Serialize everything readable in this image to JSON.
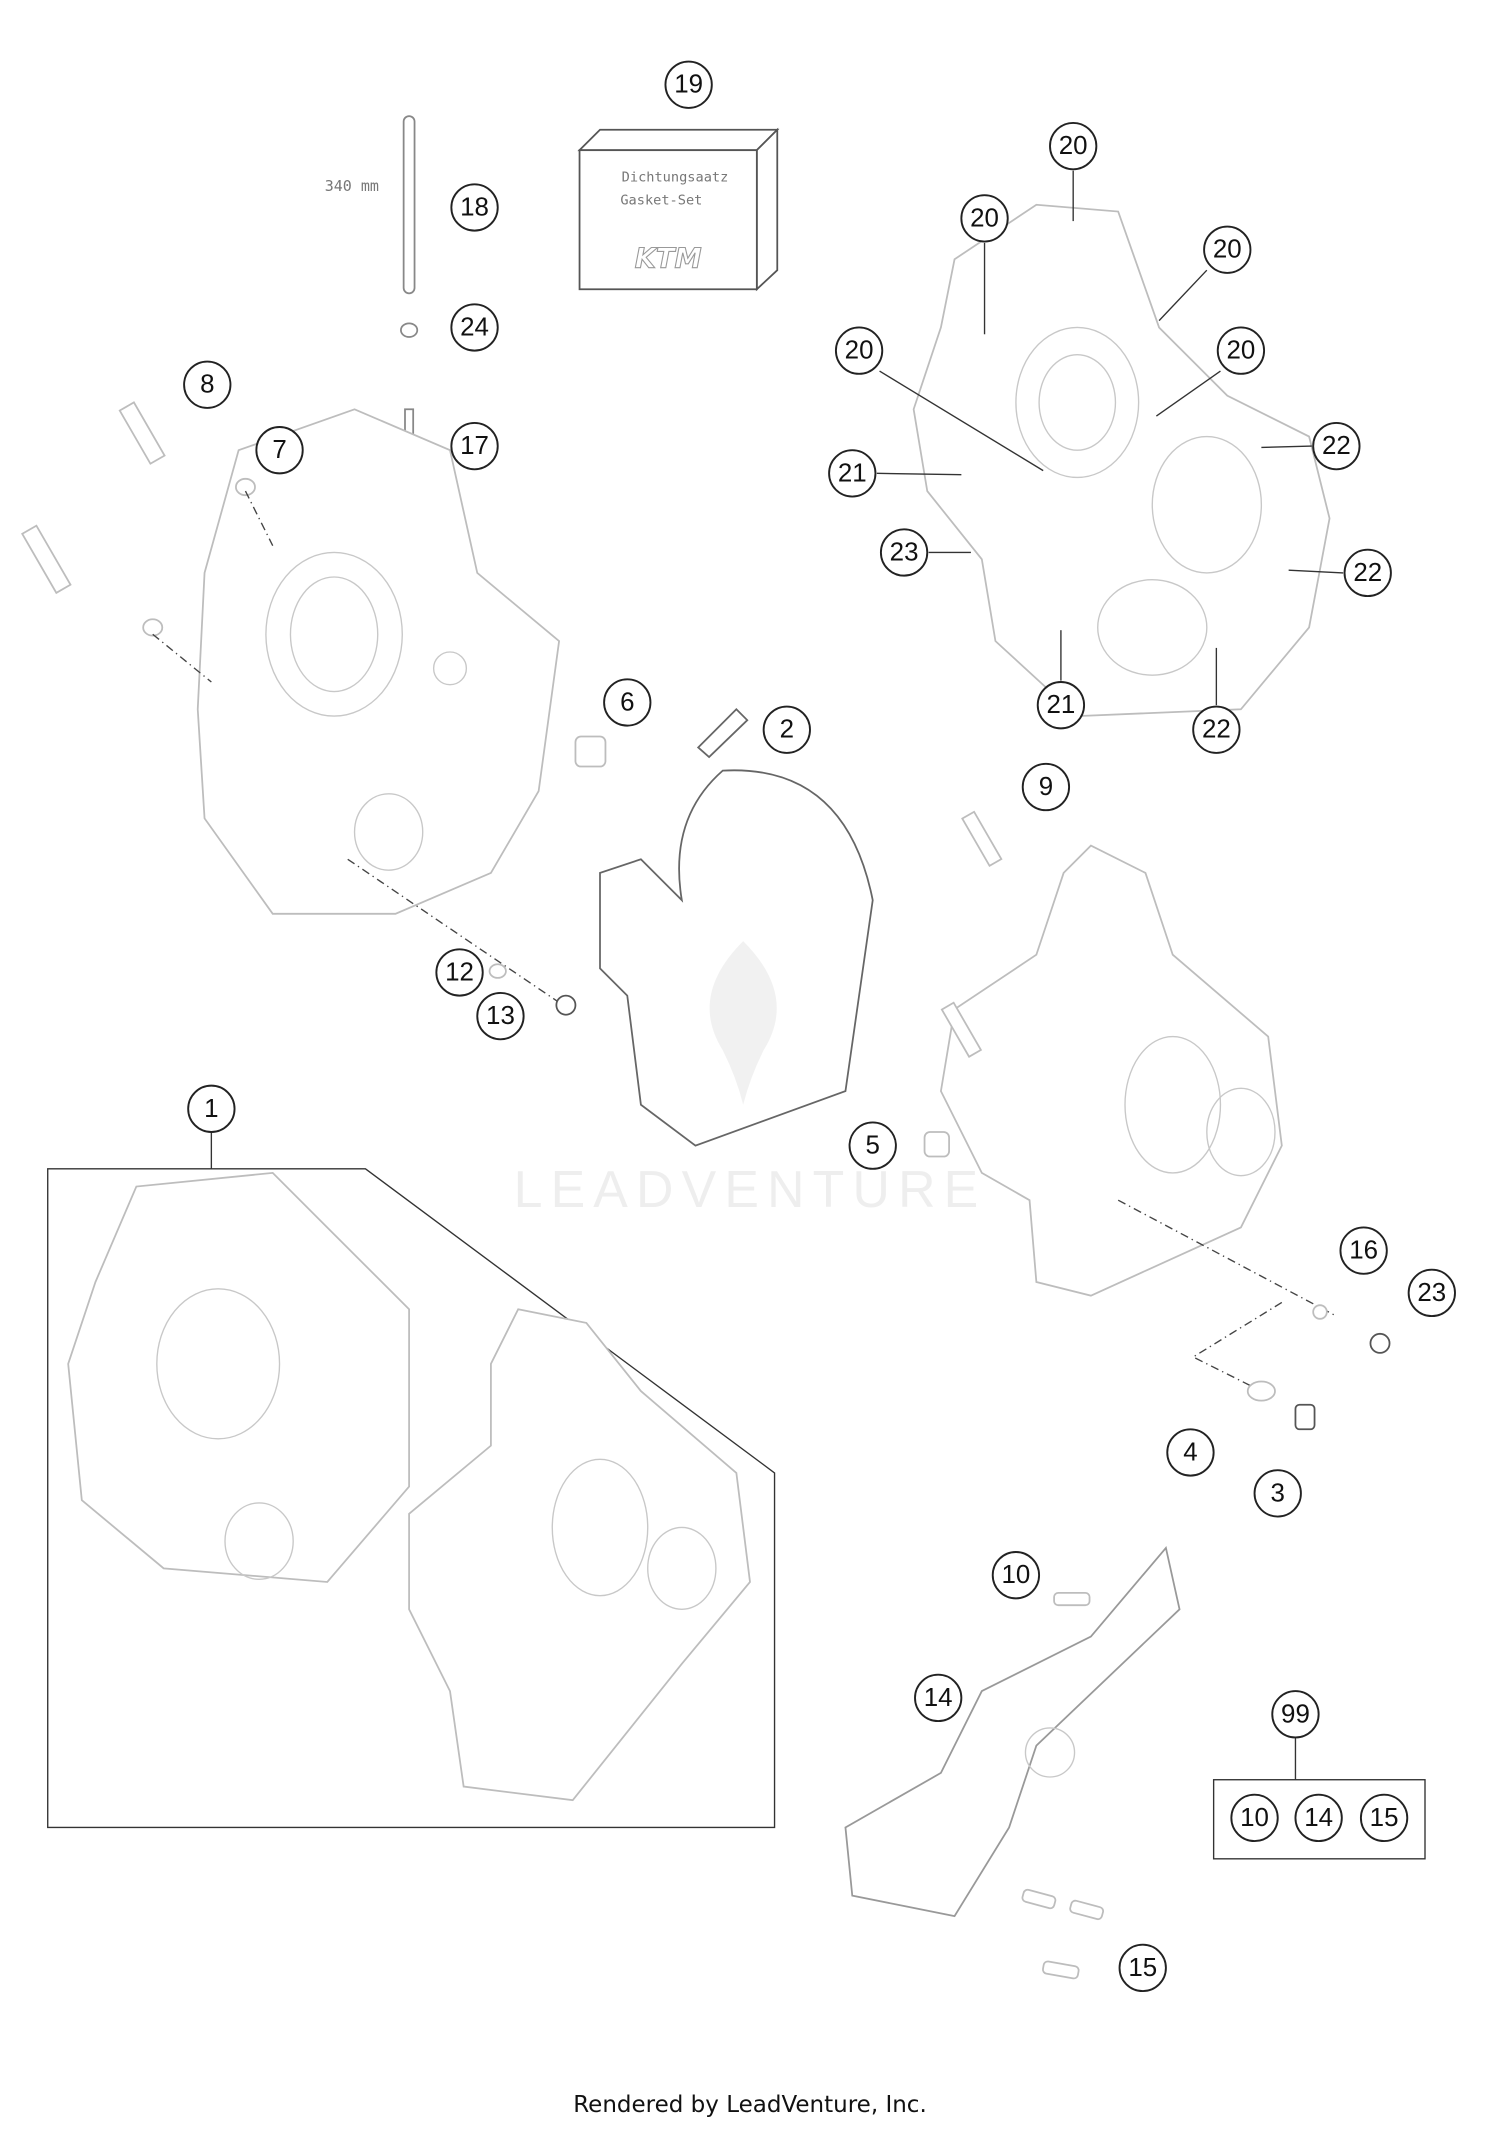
{
  "diagram": {
    "dimension_label": "340 mm",
    "gasket_box": {
      "line1": "Dichtungsaatz",
      "line2": "Gasket-Set",
      "logo": "KTM"
    },
    "watermark": "LEADVENTURE",
    "callouts": [
      "1",
      "2",
      "3",
      "4",
      "5",
      "6",
      "7",
      "8",
      "9",
      "10",
      "12",
      "13",
      "14",
      "15",
      "16",
      "17",
      "18",
      "19",
      "20",
      "20",
      "20",
      "20",
      "20",
      "21",
      "21",
      "22",
      "22",
      "22",
      "23",
      "23",
      "24",
      "99"
    ],
    "kit_99_contents": [
      "10",
      "14",
      "15"
    ]
  },
  "footer": {
    "text": "Rendered by LeadVenture, Inc."
  }
}
